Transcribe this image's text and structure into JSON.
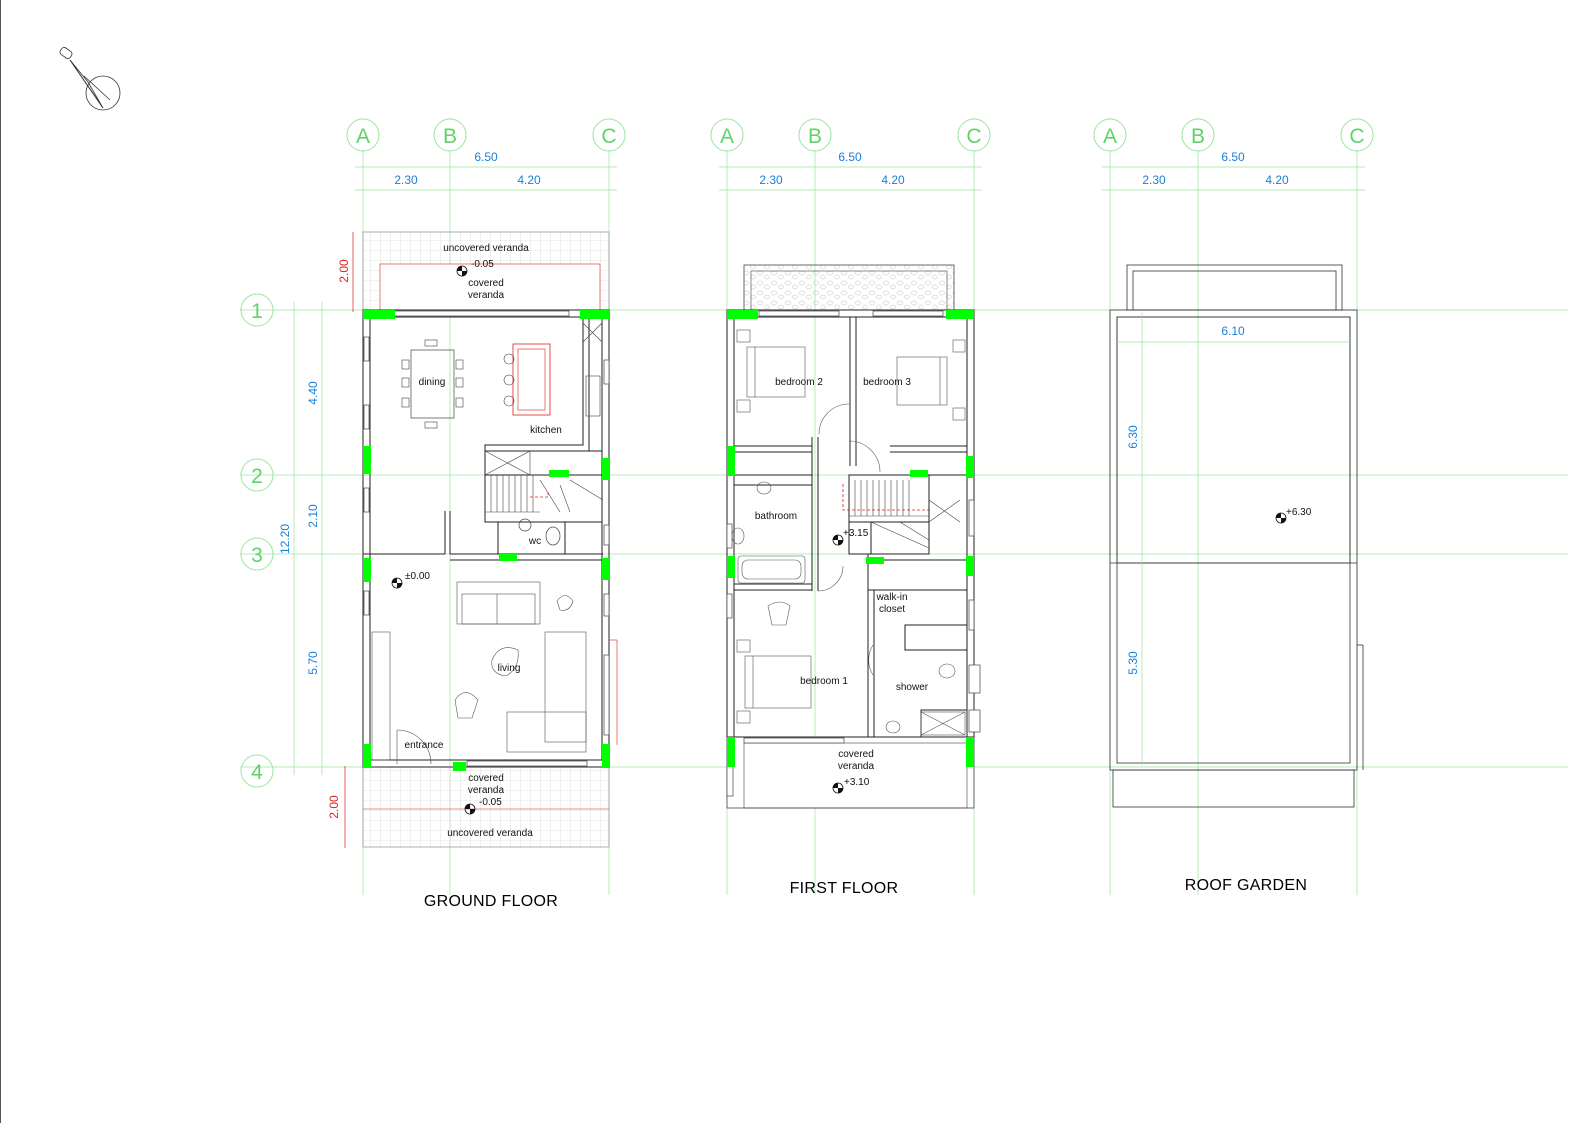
{
  "axes": {
    "columns": [
      "A",
      "B",
      "C"
    ],
    "rows": [
      "1",
      "2",
      "3",
      "4"
    ]
  },
  "dimensions": {
    "total_width": "6.50",
    "bay_ab": "2.30",
    "bay_bc": "4.20",
    "total_depth": "12.20",
    "row_1_2": "4.40",
    "row_2_3": "2.10",
    "row_3_4": "5.70",
    "veranda_depth": "2.00",
    "roof_width": "6.10",
    "roof_upper": "6.30",
    "roof_lower": "5.30"
  },
  "ground_floor": {
    "title": "GROUND FLOOR",
    "rooms": {
      "uncovered_veranda_top": "uncovered veranda",
      "covered_veranda_top_1": "covered",
      "covered_veranda_top_2": "veranda",
      "dining": "dining",
      "kitchen": "kitchen",
      "wc": "wc",
      "living": "living",
      "entrance": "entrance",
      "covered_veranda_bottom_1": "covered",
      "covered_veranda_bottom_2": "veranda",
      "uncovered_veranda_bottom": "uncovered veranda"
    },
    "levels": {
      "top_veranda": "-0.05",
      "interior": "±0.00",
      "bottom_veranda": "-0.05"
    }
  },
  "first_floor": {
    "title": "FIRST FLOOR",
    "rooms": {
      "bedroom_2": "bedroom 2",
      "bedroom_3": "bedroom 3",
      "bathroom": "bathroom",
      "walkin_1": "walk-in",
      "walkin_2": "closet",
      "bedroom_1": "bedroom 1",
      "shower": "shower",
      "covered_veranda_1": "covered",
      "covered_veranda_2": "veranda"
    },
    "levels": {
      "landing": "+3.15",
      "veranda": "+3.10"
    }
  },
  "roof_garden": {
    "title": "ROOF GARDEN",
    "levels": {
      "roof": "+6.30"
    }
  },
  "colors": {
    "grid": "#9be59f",
    "axis_label": "#5fd36a",
    "column_fill": "#00ff00",
    "dimension_blue": "#1a7fd6",
    "dimension_red": "#e02020",
    "stair_arrow": "#e02020"
  }
}
